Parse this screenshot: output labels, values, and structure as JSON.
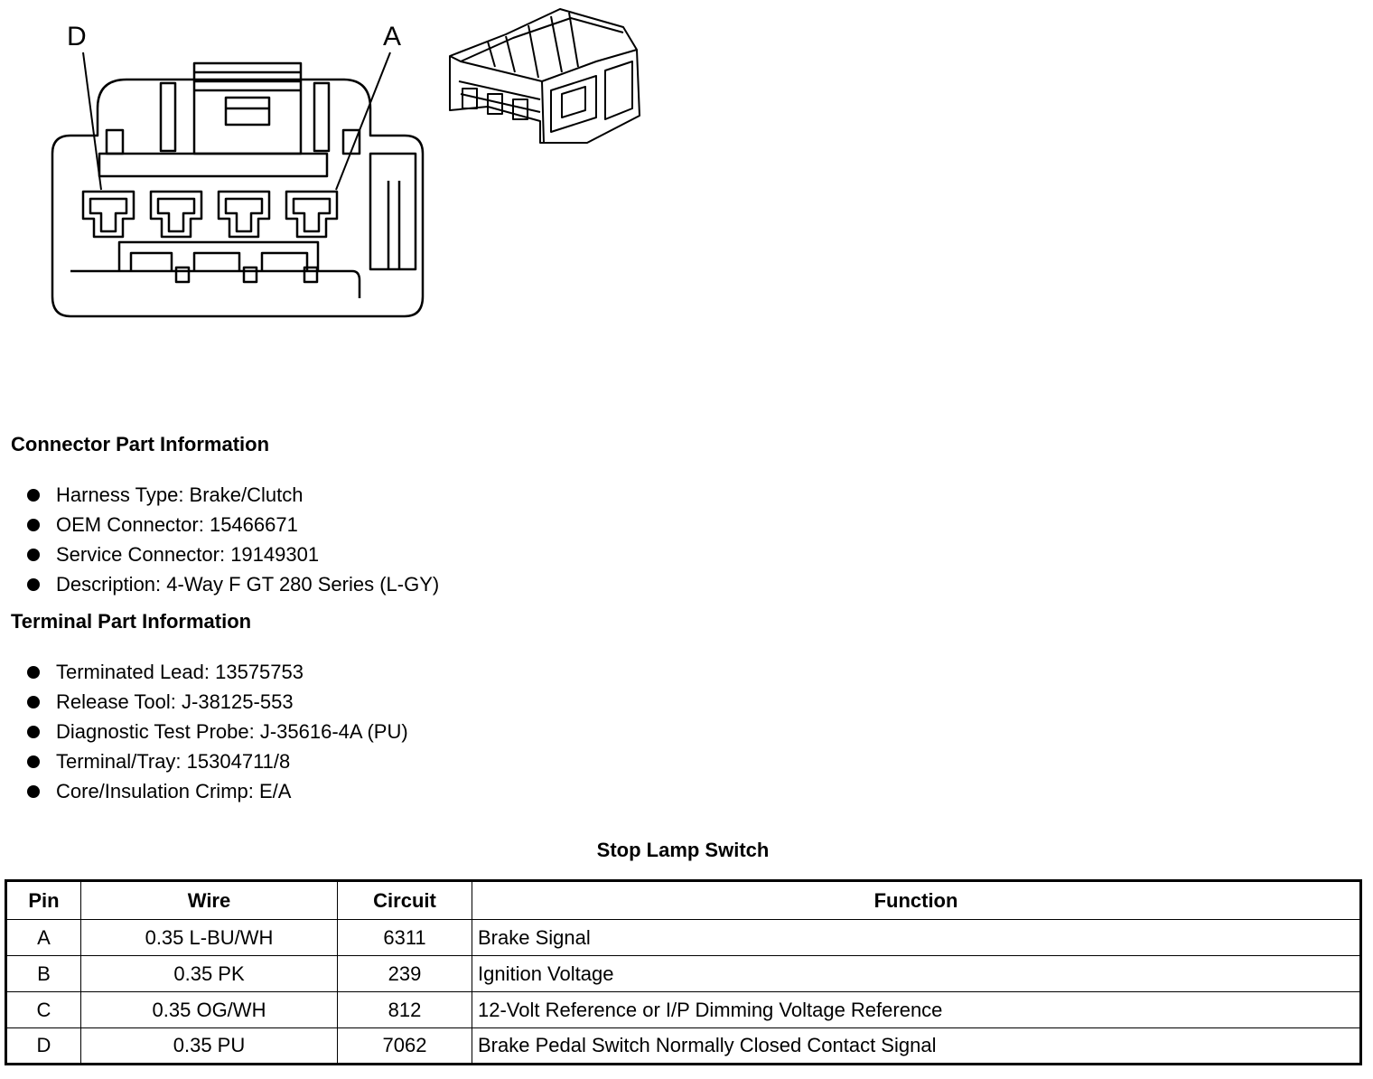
{
  "figure": {
    "pin_labels": {
      "left": "D",
      "right": "A"
    }
  },
  "connector_info": {
    "title": "Connector Part Information",
    "items": [
      "Harness Type: Brake/Clutch",
      "OEM Connector: 15466671",
      "Service Connector: 19149301",
      "Description: 4-Way F GT 280 Series (L-GY)"
    ]
  },
  "terminal_info": {
    "title": "Terminal Part Information",
    "items": [
      "Terminated Lead: 13575753",
      "Release Tool: J-38125-553",
      "Diagnostic Test Probe: J-35616-4A (PU)",
      "Terminal/Tray: 15304711/8",
      "Core/Insulation Crimp: E/A"
    ]
  },
  "pin_table": {
    "title": "Stop Lamp Switch",
    "headers": [
      "Pin",
      "Wire",
      "Circuit",
      "Function"
    ],
    "rows": [
      [
        "A",
        "0.35 L-BU/WH",
        "6311",
        "Brake Signal"
      ],
      [
        "B",
        "0.35 PK",
        "239",
        "Ignition Voltage"
      ],
      [
        "C",
        "0.35 OG/WH",
        "812",
        "12-Volt Reference or I/P Dimming Voltage Reference"
      ],
      [
        "D",
        "0.35 PU",
        "7062",
        "Brake Pedal Switch Normally Closed Contact Signal"
      ]
    ]
  }
}
